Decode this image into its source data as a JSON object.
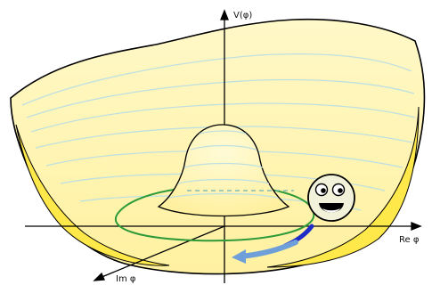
{
  "diagram": {
    "axis_labels": {
      "vertical": "V(φ)",
      "real": "Re φ",
      "imaginary": "Im φ"
    },
    "colors": {
      "bowl_outline": "#000000",
      "bowl_fill": "#fff6b0",
      "bowl_inner_wall": "#ffe84a",
      "contour": "#bfe0e0",
      "vacuum_ring": "#2e9a3a",
      "roll_path": "#1f2cc8",
      "roll_arrow": "#6f9fd8",
      "ball_fill": "#f2f2da"
    },
    "icons": [
      "smiley-ball-icon",
      "curved-arrow-icon"
    ]
  }
}
